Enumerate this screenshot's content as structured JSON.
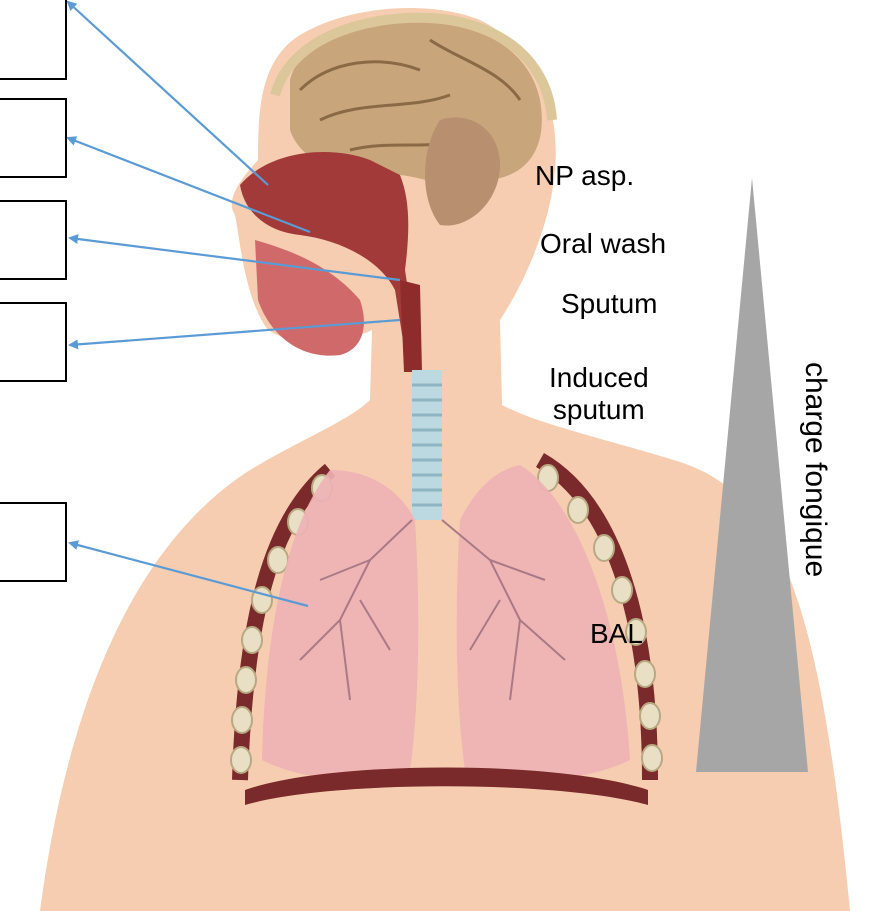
{
  "labels": {
    "np_asp": "NP asp.",
    "oral_wash": "Oral wash",
    "sputum": "Sputum",
    "induced_line1": "Induced",
    "induced_line2": "sputum",
    "bal": "BAL"
  },
  "gradient": {
    "label": "charge fongique",
    "color": "#a6a6a6"
  },
  "colors": {
    "arrow": "#5b9bd5",
    "skin": "#f6cdb0",
    "lung": "#eeb3b6",
    "airway": "#a33a3a",
    "brain": "#c9a57c"
  }
}
